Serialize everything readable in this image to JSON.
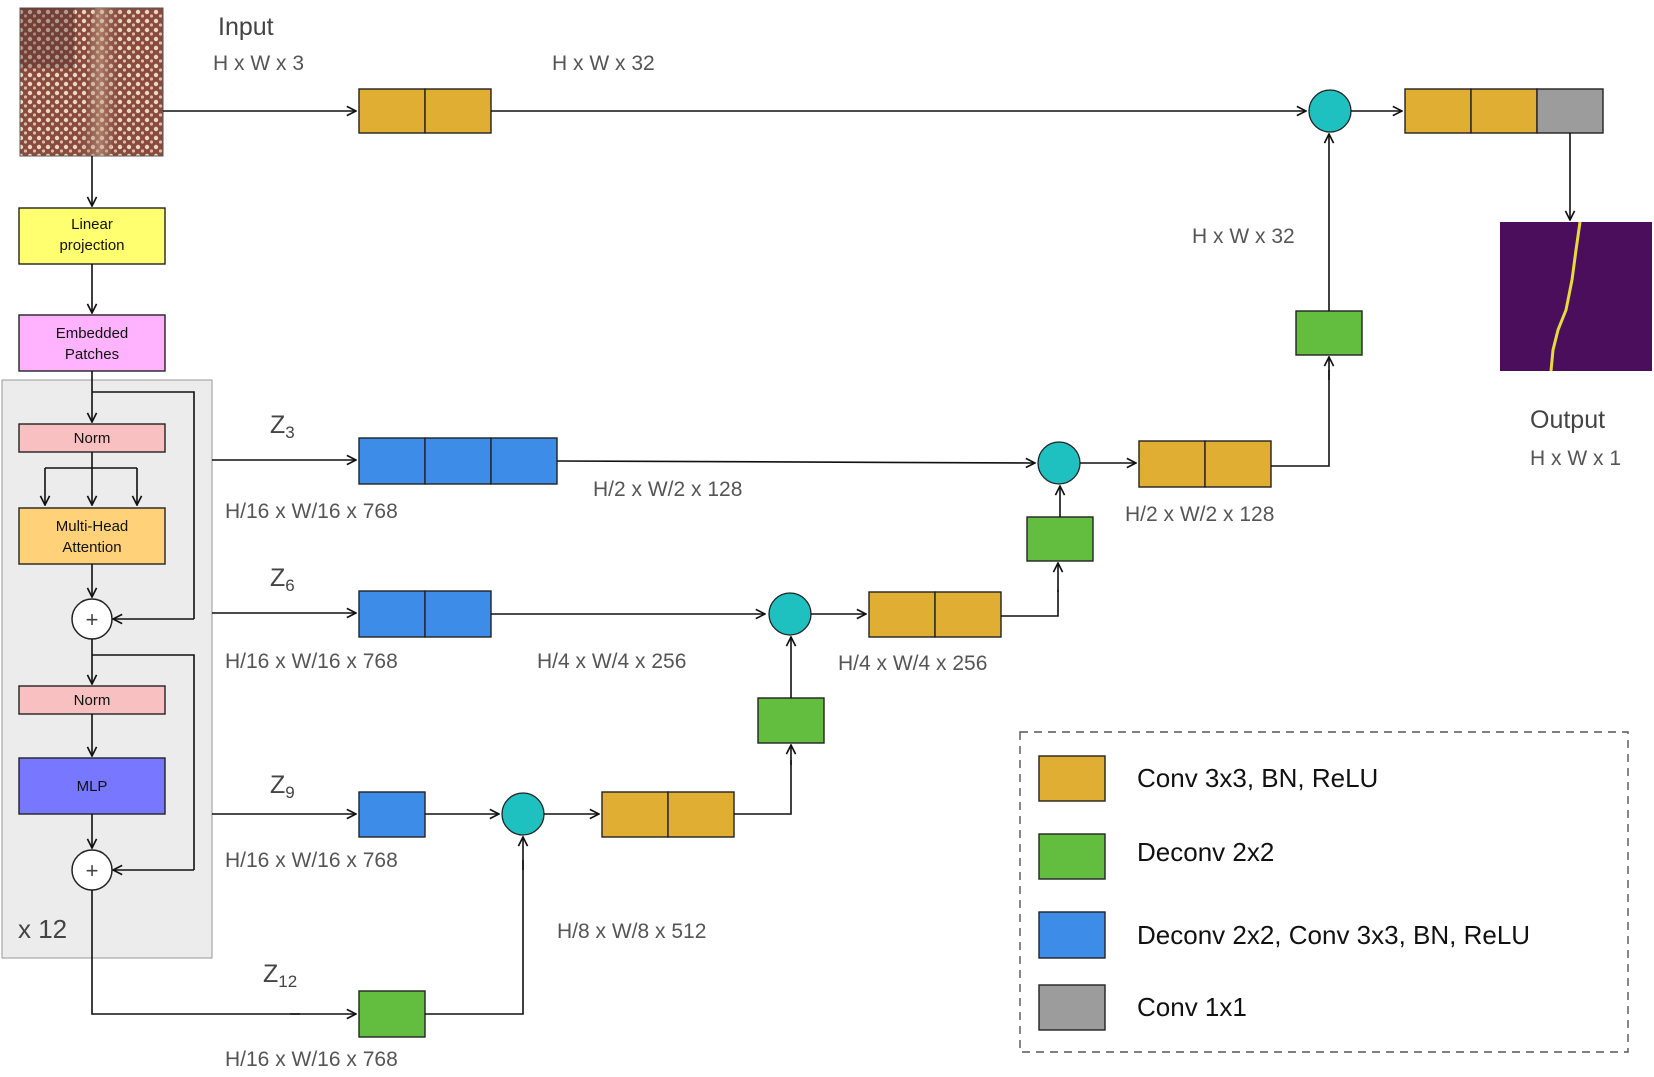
{
  "colors": {
    "conv": "#DFAE33",
    "deconv": "#63BD3E",
    "deconv_conv": "#3D8DE8",
    "conv1x1": "#9C9C9C",
    "concat": "#1FC0C0",
    "linear": "#FFFF70",
    "embedded": "#FFB3FF",
    "norm": "#F8C0C0",
    "attention": "#FFD27A",
    "mlp": "#7777FF",
    "encoder_bg": "#ECECEC",
    "output_bg": "#4A0E5C",
    "output_crack": "#E6DB3A"
  },
  "encoder": {
    "linear_projection": "Linear projection",
    "embedded_patches": "Embedded Patches",
    "norm1": "Norm",
    "attention": "Multi-Head Attention",
    "norm2": "Norm",
    "mlp": "MLP",
    "plus_symbol": "+",
    "repeat": "x 12"
  },
  "labels": {
    "input_title": "Input",
    "input_dim": "H x W x 3",
    "top_dim": "H x W x 32",
    "right_dim": "H x W x 32",
    "output_title": "Output",
    "output_dim": "H x W x 1",
    "z3": "Z3",
    "z6": "Z6",
    "z9": "Z9",
    "z12": "Z12",
    "z3_dim": "H/16 x W/16 x 768",
    "z6_dim": "H/16 x W/16 x 768",
    "z9_dim": "H/16 x W/16 x 768",
    "z12_dim": "H/16 x W/16 x 768",
    "r3_dim": "H/2 x W/2 x 128",
    "r3_out_dim": "H/2 x W/2 x 128",
    "r6_dim": "H/4 x W/4 x 256",
    "r6_out_dim": "H/4 x W/4 x 256",
    "r9_dim": "H/8 x W/8 x 512"
  },
  "legend": {
    "conv": "Conv 3x3, BN, ReLU",
    "deconv": "Deconv 2x2",
    "deconv_conv": "Deconv 2x2, Conv 3x3, BN, ReLU",
    "conv1x1": "Conv 1x1"
  }
}
